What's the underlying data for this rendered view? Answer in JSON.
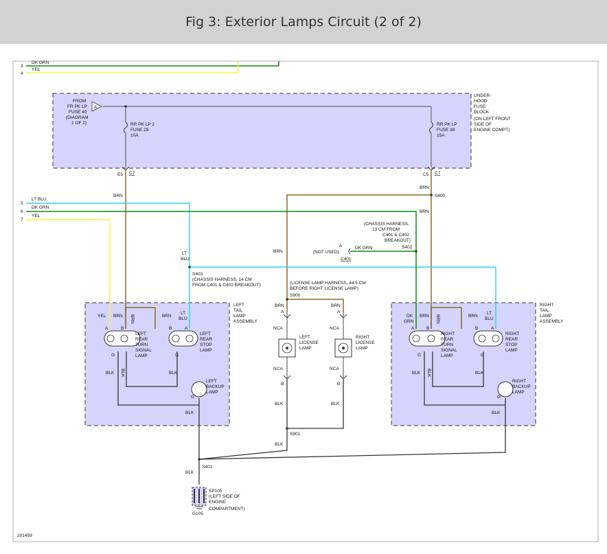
{
  "header": {
    "title": "Fig 3: Exterior Lamps Circuit (2 of 2)"
  },
  "colors": {
    "header_bg": "#d2d2d2",
    "box_fill": "#d4d4fc",
    "wire_brn": "#8b6b1e",
    "wire_dk_grn": "#0b8a0b",
    "wire_lt_blu": "#33d4e4",
    "wire_yel": "#f6f63a",
    "wire_blk": "#333333"
  },
  "diagram": {
    "top_wires": {
      "pin3": "3",
      "pin4": "4",
      "dk_grn": "DK GRN",
      "yel": "YEL"
    },
    "input_wires": {
      "pin5": "5",
      "pin6": "6",
      "pin7": "7",
      "lt_blu": "LT BLU",
      "dk_grn": "DK GRN",
      "yel": "YEL"
    },
    "fuse_block": {
      "label": [
        "UNDER-",
        "HOOD",
        "FUSE",
        "BLOCK",
        "(ON LEFT FRONT",
        "SIDE OF",
        "ENGINE COMPT)"
      ],
      "from_label": [
        "FROM",
        "FR PK LP",
        "FUSE 40",
        "(DIAGRAM",
        "1 OF 2)"
      ],
      "from_connector": "A",
      "fuse_left": [
        "RR PK LP 2",
        "FUSE 29",
        "10A"
      ],
      "fuse_right": [
        "RR PK LP",
        "FUSE 39",
        "15A"
      ],
      "conn_left": "E5",
      "conn_left_ref": "C7",
      "conn_right": "C5",
      "conn_right_ref": "C7"
    },
    "wire_labels": {
      "brn": "BRN",
      "blk": "BLK",
      "lt_blu": "LT BLU",
      "dk_grn": "DK GRN",
      "dk_grn_short": "DK GRN",
      "yel": "YEL"
    },
    "splices": {
      "s400": "S400",
      "s402": "S402",
      "s403": "S403",
      "s403_note": [
        "(CHASSIS HARNESS, 14 CM",
        "FROM C401 & C402 BREAKOUT)"
      ],
      "s402_note": [
        "(CHASSIS HARNESS,",
        "13 CM FROM",
        "C401 & C402",
        "BREAKOUT)"
      ],
      "s900": "S900",
      "s900_note": [
        "(LICENSE LAMP HARNESS, 44.5 CM",
        "BEFORE RIGHT LICENSE LAMP)"
      ],
      "s901": "S901",
      "s401": "S401"
    },
    "c401": {
      "pin": "A",
      "not_used": "(NOT USED)",
      "ref": "C401"
    },
    "left_assembly": {
      "label": [
        "LEFT",
        "TAIL",
        "LAMP",
        "ASSEMBLY"
      ],
      "turn_lamp": [
        "LEFT",
        "REAR",
        "TURN",
        "SIGNAL",
        "LAMP"
      ],
      "stop_lamp": [
        "LEFT",
        "REAR",
        "STOP",
        "LAMP"
      ],
      "backup_lamp": [
        "LEFT",
        "BACKUP",
        "LAMP"
      ]
    },
    "right_assembly": {
      "label": [
        "RIGHT",
        "TAIL",
        "LAMP",
        "ASSEMBLY"
      ],
      "turn_lamp": [
        "RIGHT",
        "REAR",
        "TURN",
        "SIGNAL",
        "LAMP"
      ],
      "stop_lamp": [
        "RIGHT",
        "REAR",
        "STOP",
        "LAMP"
      ],
      "backup_lamp": [
        "RIGHT",
        "BACKUP",
        "LAMP"
      ]
    },
    "license_lamps": {
      "left": [
        "LEFT",
        "LICENSE",
        "LAMP"
      ],
      "right": [
        "RIGHT",
        "LICENSE",
        "LAMP"
      ],
      "nca": "NCA"
    },
    "pins": {
      "a": "A",
      "b": "B",
      "g": "G"
    },
    "ground": {
      "name": "SP105",
      "note": [
        "(LEFT SIDE OF",
        "ENGINE",
        "COMPARTMENT)"
      ],
      "id": "G105"
    },
    "figure_id": "201459"
  }
}
